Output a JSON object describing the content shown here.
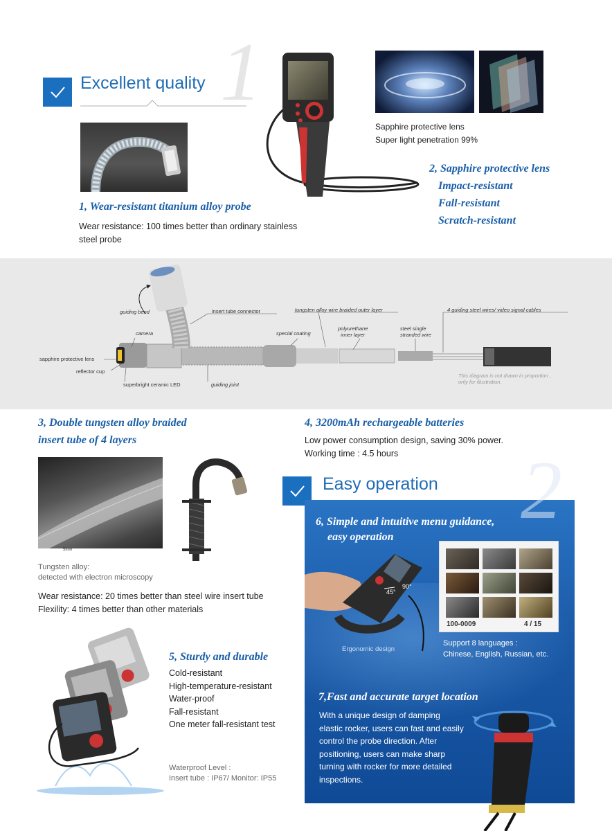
{
  "section1": {
    "heading": "Excellent quality",
    "number": "1",
    "feature1": {
      "title": "1, Wear-resistant titanium alloy probe",
      "description": "Wear resistance: 100 times better than ordinary stainless steel probe"
    },
    "lens_caption_line1": "Sapphire protective lens",
    "lens_caption_line2": "Super light penetration 99%",
    "feature2": {
      "title": "2, Sapphire protective lens",
      "items": [
        "Impact-resistant",
        "Fall-resistant",
        "Scratch-resistant"
      ]
    }
  },
  "diagram": {
    "labels": {
      "guiding_bend": "guiding bend",
      "insert_tube_connector": "insert tube connector",
      "tungsten_braided": "tungsten alloy wire braided outer layer",
      "guiding_wires": "4 guiding steel wires/ video signal cables",
      "camera": "camera",
      "special_coating": "special coating",
      "polyurethane_1": "polyurethane",
      "polyurethane_2": "inner layer",
      "steel_single_1": "steel single",
      "steel_single_2": "stranded wire",
      "sapphire_lens": "sapphire protective lens",
      "reflector_cup": "reflector cup",
      "ceramic_led": "superbright ceramic LED",
      "guiding_joint": "guiding joint",
      "note_1": "This diagram is not drawn in proportion ,",
      "note_2": "only for illustration."
    }
  },
  "feature3": {
    "title_line1": "3, Double tungsten alloy braided",
    "title_line2": "insert tube of 4 layers",
    "microscope_caption_line1": "Tungsten alloy:",
    "microscope_caption_line2": "detected with electron microscopy",
    "scale_label": "5mm",
    "desc_line1": "Wear resistance: 20 times better than steel wire insert tube",
    "desc_line2": "Flexility: 4 times better than other materials"
  },
  "feature4": {
    "title": "4, 3200mAh rechargeable batteries",
    "line1": "Low power consumption design, saving 30% power.",
    "line2": "Working time : 4.5 hours"
  },
  "section2": {
    "heading": "Easy operation",
    "number": "2",
    "feature6": {
      "title_line1": "6, Simple and intuitive menu guidance,",
      "title_line2": "easy operation",
      "angle_45": "45°",
      "angle_90": "90°",
      "ergonomic": "Ergonomic design",
      "counter": "100-0009",
      "page": "4 / 15",
      "languages_line1": "Support 8 languages :",
      "languages_line2": "Chinese, English, Russian, etc."
    },
    "feature7": {
      "title": "7,Fast and accurate target location",
      "lines": [
        "With a unique design of damping",
        "elastic rocker, users can fast and easily",
        "control the probe direction. After",
        "positioning, users can make sharp",
        "turning with rocker for more detailed",
        "inspections."
      ]
    }
  },
  "feature5": {
    "title": "5, Sturdy and durable",
    "items": [
      "Cold-resistant",
      "High-temperature-resistant",
      "Water-proof",
      "Fall-resistant",
      "One meter fall-resistant test"
    ],
    "waterproof_line1": "Waterproof Level :",
    "waterproof_line2": "Insert tube : IP67/ Monitor: IP55"
  },
  "colors": {
    "accent": "#1a6fbf",
    "heading_blue": "#1f6db5",
    "panel_gradient_top": "#1e63b4",
    "panel_gradient_bottom": "#0f4a96",
    "diagram_bg": "#e9e9e9"
  }
}
